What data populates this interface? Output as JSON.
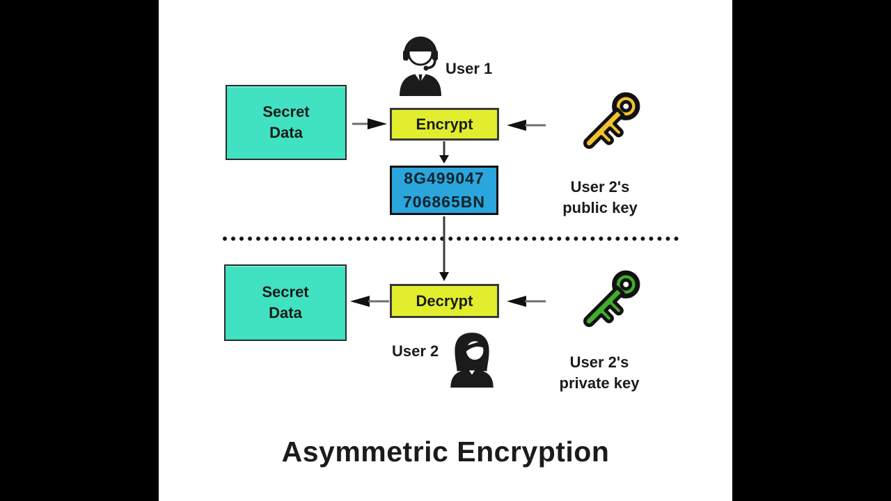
{
  "colors": {
    "page-bg": "#000000",
    "panel-bg": "#ffffff",
    "ink": "#1b1b1b",
    "teal": "#40e2c1",
    "yellow": "#e2ee2d",
    "blue": "#2aa6dc",
    "gold": "#f2c12e",
    "green": "#3fae2b"
  },
  "title": "Asymmetric Encryption",
  "top": {
    "user": "User 1",
    "secret_data": "Secret\nData",
    "process": "Encrypt",
    "cipher": "8G499047\n706865BN",
    "key_label": "User 2's\npublic key"
  },
  "bottom": {
    "user": "User 2",
    "secret_data": "Secret\nData",
    "process": "Decrypt",
    "key_label": "User 2's\nprivate key"
  }
}
